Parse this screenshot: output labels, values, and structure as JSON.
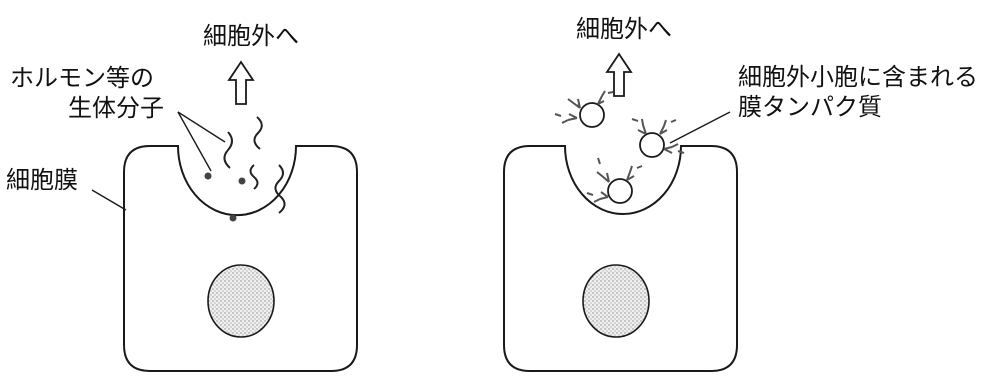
{
  "left": {
    "out_label": "細胞外へ",
    "molecule_label_line1": "ホルモン等の",
    "molecule_label_line2": "生体分子",
    "membrane_label": "細胞膜"
  },
  "right": {
    "out_label": "細胞外へ",
    "protein_label_line1": "細胞外小胞に含まれる",
    "protein_label_line2": "膜タンパク質"
  },
  "colors": {
    "line": "#1a1a1a",
    "nucleus_fill": "#d9d9d9",
    "protein": "#555555"
  }
}
